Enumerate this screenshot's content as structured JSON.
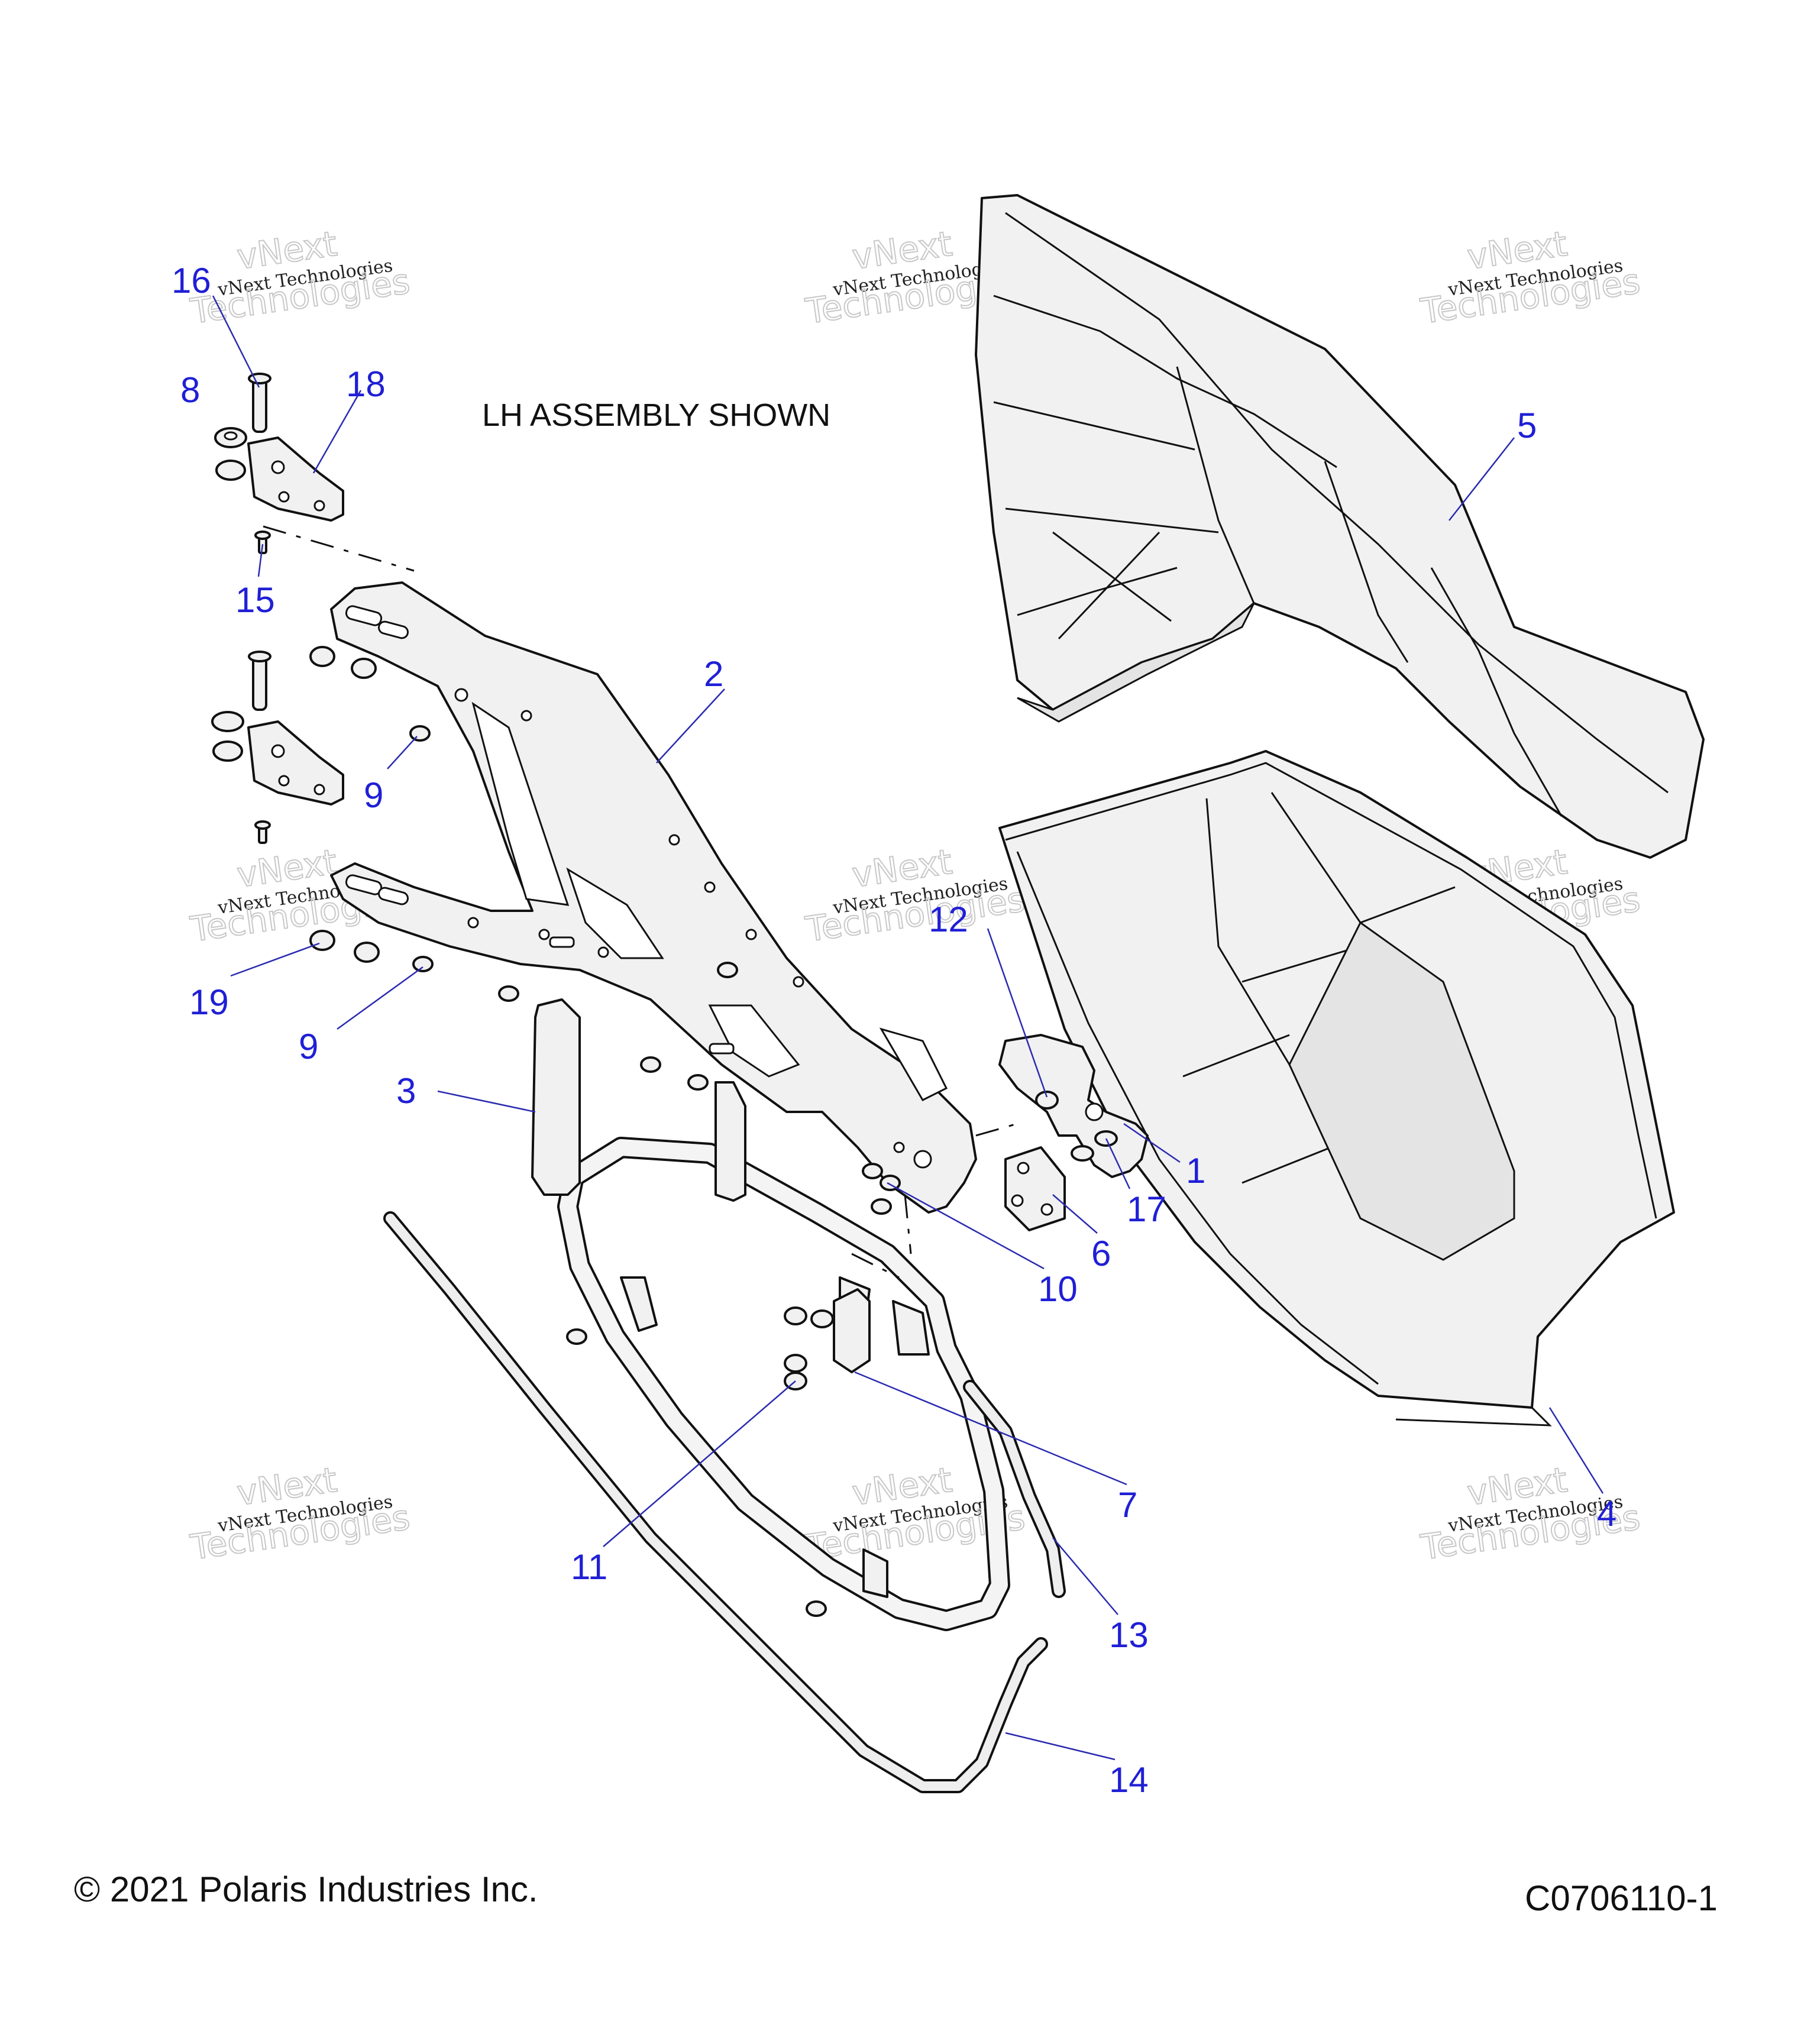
{
  "diagram": {
    "caption": "LH ASSEMBLY SHOWN",
    "copyright": "© 2021 Polaris Industries Inc.",
    "drawing_number": "C0706110-1",
    "watermark": {
      "line1": "vNext Technologies",
      "line2": "vNext",
      "line3": "Technologies"
    },
    "callouts": [
      {
        "id": "c16",
        "label": "16"
      },
      {
        "id": "c8",
        "label": "8"
      },
      {
        "id": "c18",
        "label": "18"
      },
      {
        "id": "c15",
        "label": "15"
      },
      {
        "id": "c2",
        "label": "2"
      },
      {
        "id": "c9a",
        "label": "9"
      },
      {
        "id": "c19",
        "label": "19"
      },
      {
        "id": "c9b",
        "label": "9"
      },
      {
        "id": "c3",
        "label": "3"
      },
      {
        "id": "c5",
        "label": "5"
      },
      {
        "id": "c12",
        "label": "12"
      },
      {
        "id": "c1",
        "label": "1"
      },
      {
        "id": "c17",
        "label": "17"
      },
      {
        "id": "c6",
        "label": "6"
      },
      {
        "id": "c10",
        "label": "10"
      },
      {
        "id": "c7",
        "label": "7"
      },
      {
        "id": "c4",
        "label": "4"
      },
      {
        "id": "c11",
        "label": "11"
      },
      {
        "id": "c13",
        "label": "13"
      },
      {
        "id": "c14",
        "label": "14"
      }
    ]
  }
}
